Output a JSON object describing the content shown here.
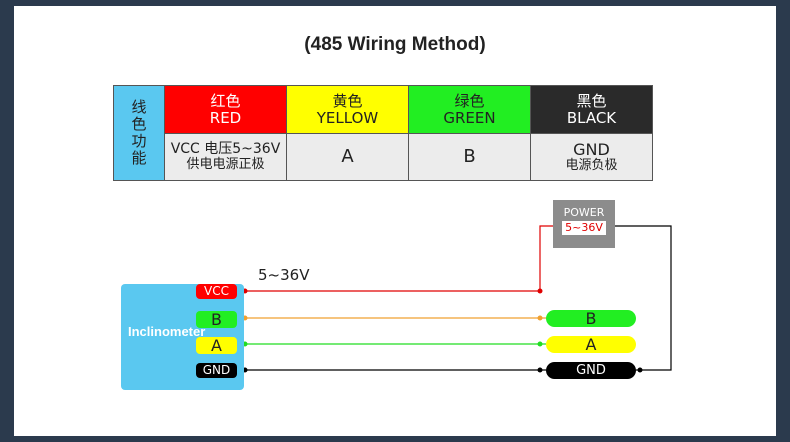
{
  "title": "(485 Wiring Method)",
  "table": {
    "function_label": "线色功能",
    "columns": [
      {
        "color_cn": "红色",
        "color_en": "RED",
        "function_line1": "VCC 电压5~36V",
        "function_line2": "供电电源正极"
      },
      {
        "color_cn": "黄色",
        "color_en": "YELLOW",
        "function_line1": "A",
        "function_line2": ""
      },
      {
        "color_cn": "绿色",
        "color_en": "GREEN",
        "function_line1": "B",
        "function_line2": ""
      },
      {
        "color_cn": "黑色",
        "color_en": "BLACK",
        "function_line1": "GND",
        "function_line2": "电源负极"
      }
    ]
  },
  "diagram": {
    "device_label": "Inclinometer",
    "voltage_label": "5~36V",
    "pins": {
      "vcc": "VCC",
      "b": "B",
      "a": "A",
      "gnd": "GND"
    },
    "terminals": {
      "b": "B",
      "a": "A",
      "gnd": "GND"
    },
    "power": {
      "label": "POWER",
      "value": "5~36V"
    }
  },
  "colors": {
    "red": "#ff0000",
    "yellow": "#ffff00",
    "green": "#22ee22",
    "black": "#000000",
    "sky_blue": "#5ac8f0",
    "orange_wire": "#f0a030"
  }
}
